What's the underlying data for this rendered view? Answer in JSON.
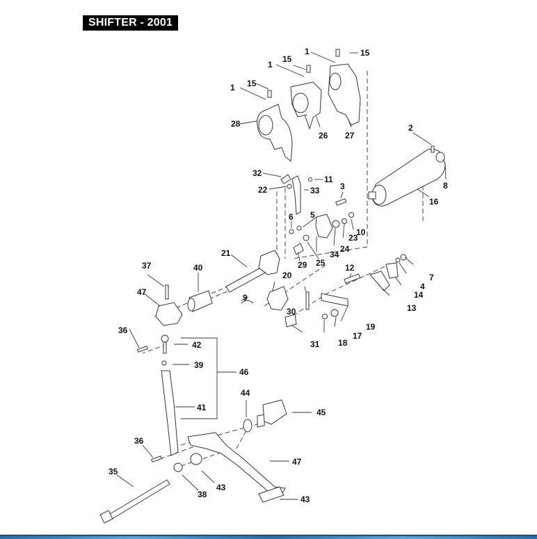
{
  "title": "SHIFTER - 2001",
  "diagram": {
    "type": "exploded-parts-view",
    "callouts": [
      {
        "id": "c1a",
        "text": "1"
      },
      {
        "id": "c15a",
        "text": "15"
      },
      {
        "id": "c1b",
        "text": "1"
      },
      {
        "id": "c15b",
        "text": "15"
      },
      {
        "id": "c1c",
        "text": "1"
      },
      {
        "id": "c15c",
        "text": "15"
      },
      {
        "id": "c28",
        "text": "28"
      },
      {
        "id": "c26",
        "text": "26"
      },
      {
        "id": "c27",
        "text": "27"
      },
      {
        "id": "c2",
        "text": "2"
      },
      {
        "id": "c8",
        "text": "8"
      },
      {
        "id": "c16",
        "text": "16"
      },
      {
        "id": "c32",
        "text": "32"
      },
      {
        "id": "c11",
        "text": "11"
      },
      {
        "id": "c22",
        "text": "22"
      },
      {
        "id": "c33",
        "text": "33"
      },
      {
        "id": "c3",
        "text": "3"
      },
      {
        "id": "c5",
        "text": "5"
      },
      {
        "id": "c6",
        "text": "6"
      },
      {
        "id": "c10",
        "text": "10"
      },
      {
        "id": "c23",
        "text": "23"
      },
      {
        "id": "c24",
        "text": "24"
      },
      {
        "id": "c34",
        "text": "34"
      },
      {
        "id": "c25",
        "text": "25"
      },
      {
        "id": "c29",
        "text": "29"
      },
      {
        "id": "c21",
        "text": "21"
      },
      {
        "id": "c37",
        "text": "37"
      },
      {
        "id": "c40",
        "text": "40"
      },
      {
        "id": "c47a",
        "text": "47"
      },
      {
        "id": "c20",
        "text": "20"
      },
      {
        "id": "c9",
        "text": "9"
      },
      {
        "id": "c30",
        "text": "30"
      },
      {
        "id": "c12",
        "text": "12"
      },
      {
        "id": "c7",
        "text": "7"
      },
      {
        "id": "c4",
        "text": "4"
      },
      {
        "id": "c14",
        "text": "14"
      },
      {
        "id": "c13",
        "text": "13"
      },
      {
        "id": "c19",
        "text": "19"
      },
      {
        "id": "c17",
        "text": "17"
      },
      {
        "id": "c18",
        "text": "18"
      },
      {
        "id": "c31",
        "text": "31"
      },
      {
        "id": "c36a",
        "text": "36"
      },
      {
        "id": "c42",
        "text": "42"
      },
      {
        "id": "c39",
        "text": "39"
      },
      {
        "id": "c46",
        "text": "46"
      },
      {
        "id": "c41",
        "text": "41"
      },
      {
        "id": "c44",
        "text": "44"
      },
      {
        "id": "c45",
        "text": "45"
      },
      {
        "id": "c36b",
        "text": "36"
      },
      {
        "id": "c47b",
        "text": "47"
      },
      {
        "id": "c35",
        "text": "35"
      },
      {
        "id": "c38",
        "text": "38"
      },
      {
        "id": "c43a",
        "text": "43"
      },
      {
        "id": "c43b",
        "text": "43"
      }
    ]
  }
}
